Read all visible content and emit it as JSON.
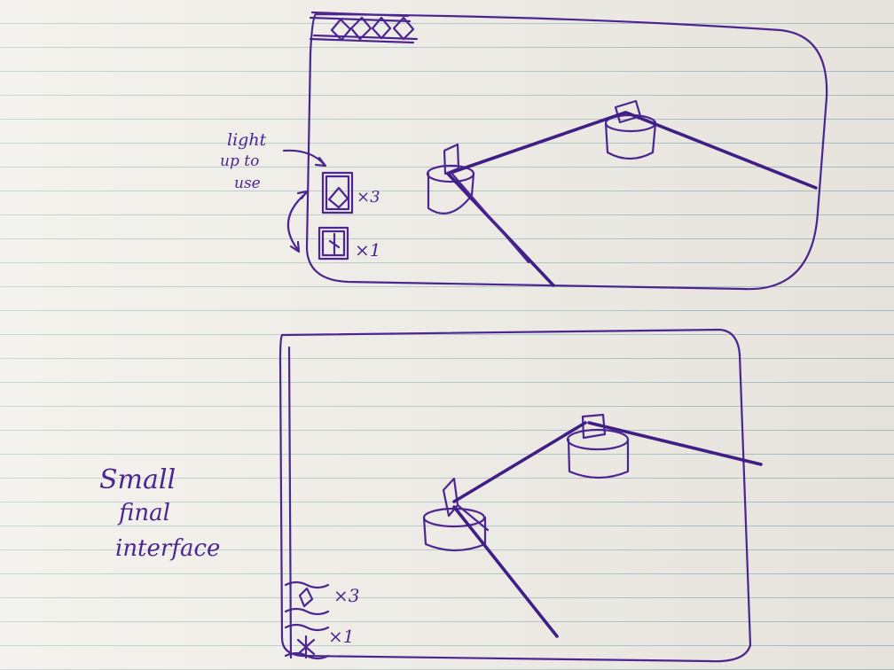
{
  "annotation": {
    "line1": "light",
    "line2": "up to",
    "line3": "use"
  },
  "top_sketch": {
    "item1_count": "×3",
    "item2_count": "×1"
  },
  "bottom_sketch": {
    "item1_count": "×3",
    "item2_count": "×1"
  },
  "caption": {
    "line1": "Small",
    "line2": "final",
    "line3": "interface"
  },
  "ink_color": "#4b2590"
}
